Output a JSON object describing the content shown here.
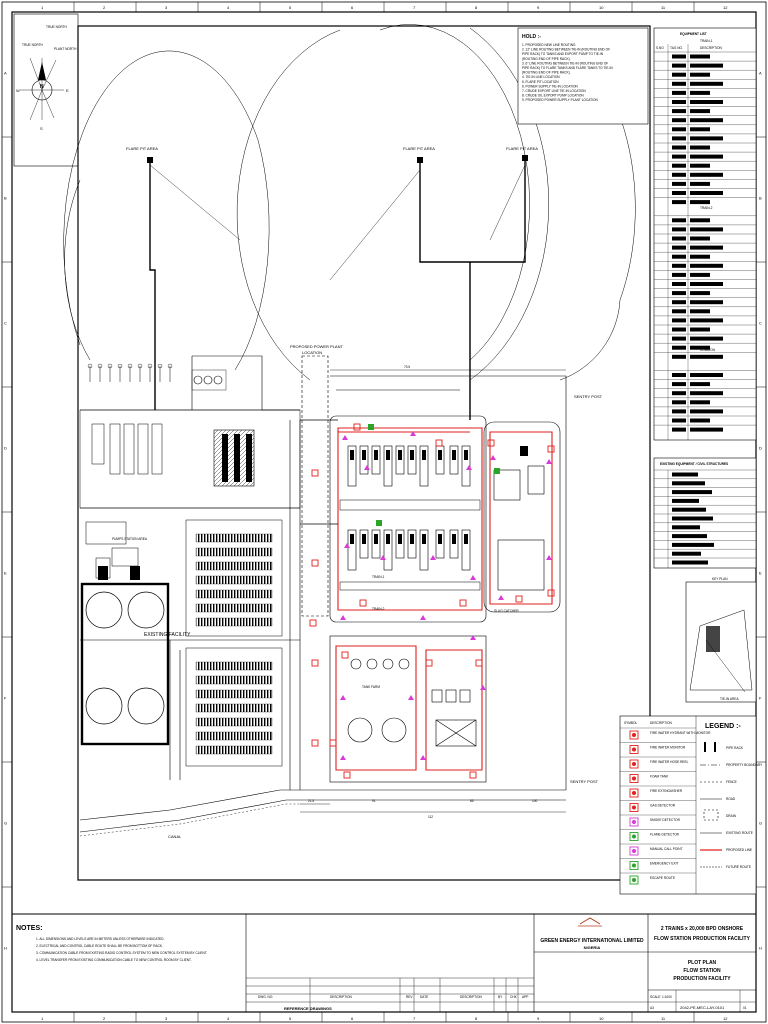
{
  "border": {
    "cols": [
      "1",
      "2",
      "3",
      "4",
      "5",
      "6",
      "7",
      "8",
      "9",
      "10",
      "11",
      "12"
    ],
    "rows": [
      "A",
      "B",
      "C",
      "D",
      "E",
      "F",
      "G",
      "H"
    ]
  },
  "north": {
    "true_north": "TRUE NORTH",
    "plant_north": "PLANT NORTH",
    "true_north_short": "TRUE NORTH",
    "plant_north_short": "PLANT NORTH",
    "n": "N",
    "s": "S",
    "e": "E",
    "w": "W"
  },
  "flare_labels": [
    "FLARE PIT AREA",
    "FLARE PIT AREA",
    "FLARE PIT AREA"
  ],
  "hold": {
    "title": "HOLD :-",
    "items": [
      "1. PROPOSED NEW LINE ROUTING",
      "2. 12\" LINE ROUTING BETWEEN TIE-IN (ROUTING END OF PIPE RACK) TO TANKS AND EXPORT PUMP TO TIE-IN (ROUTING END OF PIPE RACK).",
      "3. 6\" LINE ROUTING BETWEEN TIE-IN (ROUTING END OF PIPE RACK) TO FLARE TANKS AND FLARE TANKS TO TIE-IN (ROUTING END OF PIPE RACK).",
      "4. TIE-IN LINE LOCATION",
      "5. FLARE PIT LOCATION",
      "6. POWER SUPPLY TIE-IN LOCATION",
      "7. CRUDE EXPORT LINE TIE-IN LOCATION",
      "8. CRUDE OIL EXPORT PUMP LOCATION",
      "9. PROPOSED POWER SUPPLY PLANT LOCATION"
    ]
  },
  "legend_equipment": {
    "title": "EQUIPMENT LIST",
    "subtitle_1": "TRAIN-1",
    "subtitle_2": "TRAIN-2",
    "subtitle_3": "COMMON",
    "col_tag": "TAG NO.",
    "col_desc": "DESCRIPTION",
    "col_no": "S.NO"
  },
  "legend_existing": {
    "title": "EXISTING EQUIPMENT / CIVIL STRUCTURES"
  },
  "keyplan": {
    "title": "KEY PLAN",
    "label": "TIE-IN AREA"
  },
  "legend_symbols": {
    "title": "LEGEND :-",
    "col_sym": "SYMBOL",
    "col_desc": "DESCRIPTION",
    "items": [
      "FIRE WATER HYDRANT WITH MONITOR",
      "FIRE WATER MONITOR",
      "FIRE WATER HOSE REEL",
      "FOAM TANK",
      "FIRE EXTINGUISHER",
      "GAS DETECTOR",
      "SMOKE DETECTOR",
      "FLAME DETECTOR",
      "MANUAL CALL POINT",
      "EMERGENCY EXIT",
      "ESCAPE ROUTE"
    ],
    "right_items": [
      "PIPE RACK",
      "PROPERTY BOUNDARY",
      "FENCE",
      "ROAD",
      "DRAIN",
      "EXISTING ROUTE",
      "PROPOSED LINE",
      "FUTURE ROUTE"
    ]
  },
  "plan_labels": {
    "proposed_power_plant": "PROPOSED POWER PLANT",
    "location": "LOCATION",
    "sentry_post_top": "SENTRY POST",
    "sentry_post_bottom": "SENTRY POST",
    "existing_facility": "EXISTING FACILITY",
    "pumps_station_area": "PUMPS STATION AREA",
    "canal": "CANAL",
    "train_1": "TRAIN-1",
    "train_2": "TRAIN-2",
    "slug_catcher": "SLUG CATCHER",
    "tank_farm": "TANK FARM",
    "dim_1": "70.5",
    "dim_2": "112",
    "dim_3": "21.5",
    "dim_4": "91",
    "dim_5": "85",
    "dim_6": "100"
  },
  "notes": {
    "title": "NOTES:",
    "items": [
      "1. ALL DIMENSIONS AND LEVELS ARE IN METERS UNLESS OTHERWISE INDICATED.",
      "2. ELECTRICAL AND CONTROL CABLE ROUTE SHALL BE FROM BOTTOM OF RACK.",
      "3. COMMUNICATION CABLE FROM EXISTING RADIO CONTROL SYSTEM TO NEW CONTROL SYSTEM BY CLIENT.",
      "4. LEVEL TRANSFER FROM EXISTING COMMUNICATION CABLE TO NEW CONTROL ROOM BY CLIENT."
    ]
  },
  "title_block": {
    "company": "GREEN ENERGY INTERNATIONAL LIMITED",
    "country": "NIGERIA",
    "project_1": "2 TRAINS x 20,000 BPD ONSHORE",
    "project_2": "FLOW STATION PRODUCTION FACILITY",
    "drawing_1": "PLOT PLAN",
    "drawing_2": "FLOW STATION",
    "drawing_3": "PRODUCTION FACILITY",
    "scale_label": "SCALE",
    "scale": "1:1000",
    "size": "A3",
    "drawing_no": "2042-PE-MEC-LAY-0101",
    "rev": "01",
    "ref_drawings": "REFERENCE DRAWINGS",
    "dwg_no": "DWG. NO.",
    "description": "DESCRIPTION",
    "rev_col": "REV",
    "date_col": "DATE",
    "rev_desc": "DESCRIPTION",
    "by": "BY",
    "chk": "CHK",
    "app": "APP"
  },
  "colors": {
    "ink": "#000000",
    "red": "#e0201c",
    "magenta": "#d83cd8",
    "green": "#2aa52a",
    "grey": "#9a9a9a"
  }
}
